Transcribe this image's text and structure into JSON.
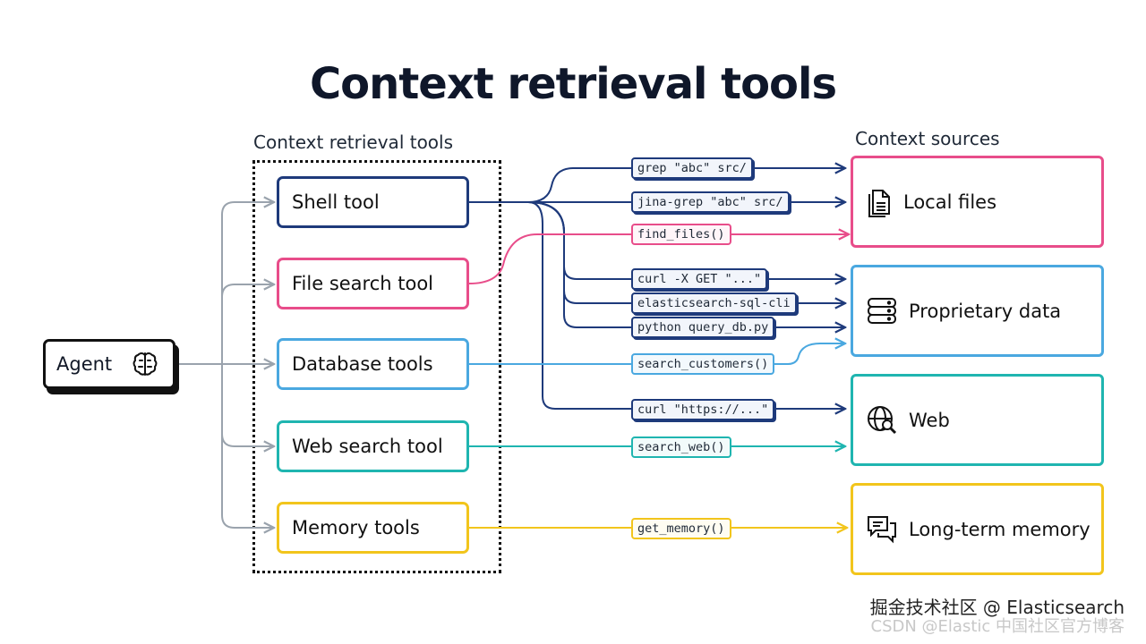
{
  "title": "Context retrieval tools",
  "labels": {
    "tools_group": "Context retrieval tools",
    "sources_group": "Context sources"
  },
  "agent": {
    "label": "Agent",
    "icon": "brain-icon"
  },
  "tools": [
    {
      "label": "Shell tool",
      "color": "#1e3a7b"
    },
    {
      "label": "File search tool",
      "color": "#e84d8a"
    },
    {
      "label": "Database tools",
      "color": "#4aa8e0"
    },
    {
      "label": "Web search tool",
      "color": "#1fb5b0"
    },
    {
      "label": "Memory tools",
      "color": "#f2c51c"
    }
  ],
  "commands": [
    {
      "text": "grep \"abc\" src/",
      "tool": "Shell tool",
      "target": "Local files"
    },
    {
      "text": "jina-grep \"abc\" src/",
      "tool": "Shell tool",
      "target": "Local files"
    },
    {
      "text": "find_files()",
      "tool": "File search tool",
      "target": "Local files"
    },
    {
      "text": "curl -X GET \"...\"",
      "tool": "Shell tool",
      "target": "Proprietary data"
    },
    {
      "text": "elasticsearch-sql-cli",
      "tool": "Shell tool",
      "target": "Proprietary data"
    },
    {
      "text": "python query_db.py",
      "tool": "Shell tool",
      "target": "Proprietary data"
    },
    {
      "text": "search_customers()",
      "tool": "Database tools",
      "target": "Proprietary data"
    },
    {
      "text": "curl \"https://...\"",
      "tool": "Shell tool",
      "target": "Web"
    },
    {
      "text": "search_web()",
      "tool": "Web search tool",
      "target": "Web"
    },
    {
      "text": "get_memory()",
      "tool": "Memory tools",
      "target": "Long-term memory"
    }
  ],
  "sources": [
    {
      "label": "Local files",
      "icon": "document-icon",
      "color": "#e84d8a"
    },
    {
      "label": "Proprietary data",
      "icon": "database-icon",
      "color": "#4aa8e0"
    },
    {
      "label": "Web",
      "icon": "globe-search-icon",
      "color": "#1fb5b0"
    },
    {
      "label": "Long-term memory",
      "icon": "chat-bubbles-icon",
      "color": "#f2c51c"
    }
  ],
  "watermark": {
    "line1": "掘金技术社区 @ Elasticsearch",
    "line2": "CSDN @Elastic 中国社区官方博客"
  }
}
